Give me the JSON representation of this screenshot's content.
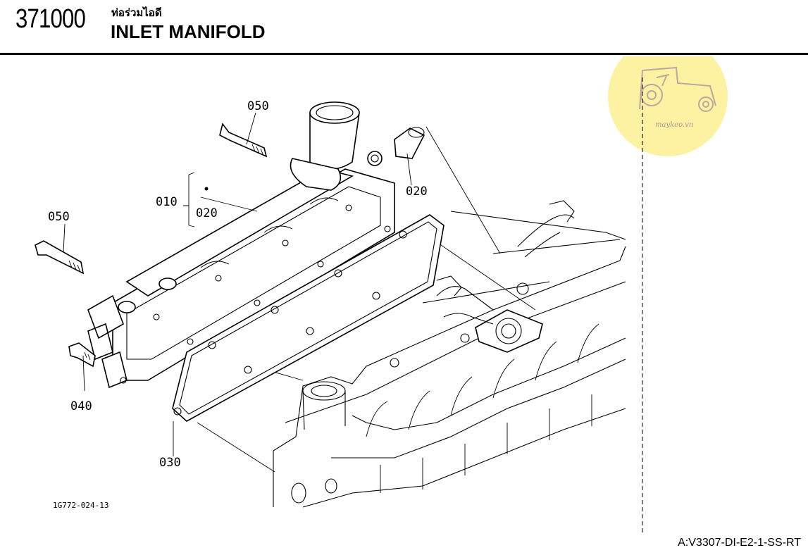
{
  "header": {
    "code": "371000",
    "title_thai": "ท่อร่วมไอดี",
    "title": "INLET MANIFOLD"
  },
  "watermark": {
    "text": "maykeo.vn",
    "color": "#fdf0a0"
  },
  "diagram": {
    "callouts": [
      "050",
      "010",
      "020",
      "050",
      "020",
      "040",
      "030"
    ],
    "figure_id": "1G772-024-13"
  },
  "footer": {
    "reference": "A:V3307-DI-E2-1-SS-RT"
  }
}
